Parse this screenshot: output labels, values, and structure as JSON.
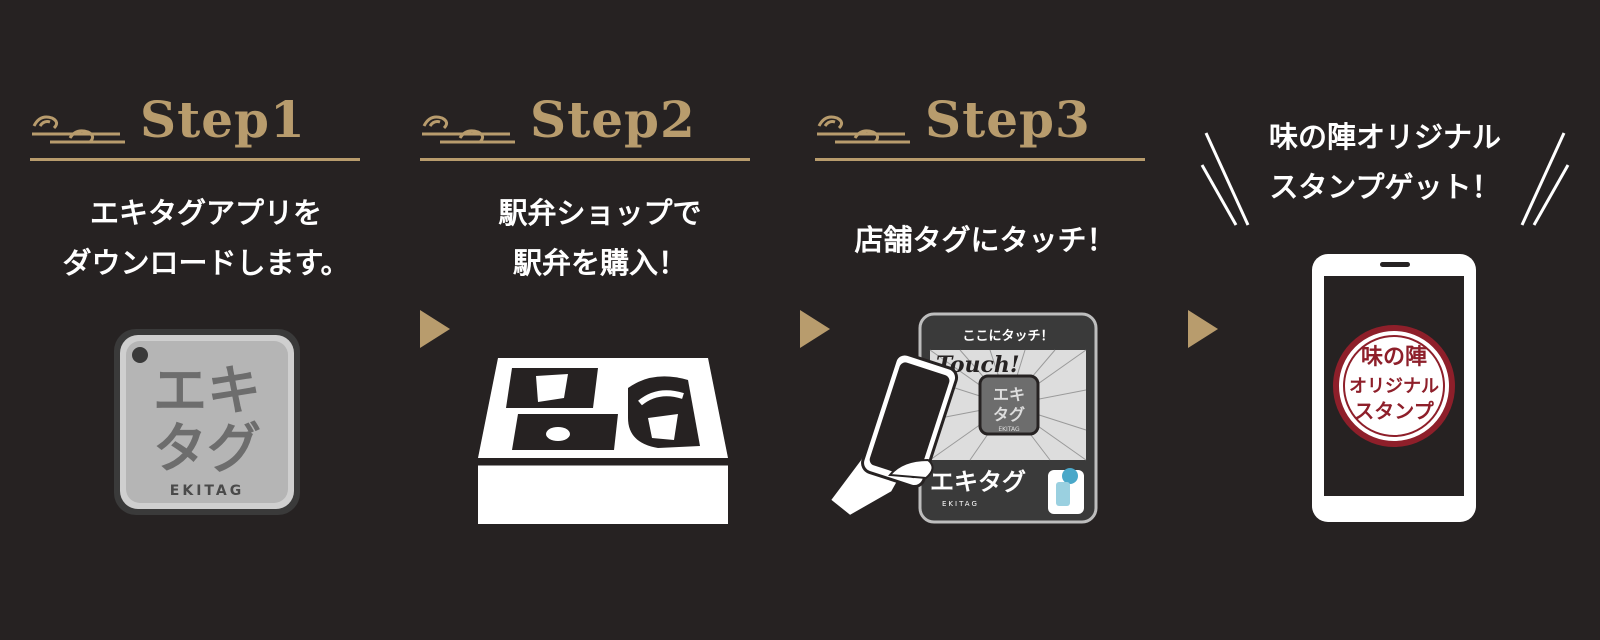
{
  "steps": [
    {
      "heading": "Step1",
      "line1": "エキタグアプリを",
      "line2": "ダウンロードします。"
    },
    {
      "heading": "Step2",
      "line1": "駅弁ショップで",
      "line2": "駅弁を購入！"
    },
    {
      "heading": "Step3",
      "line1": "店舗タグにタッチ！"
    }
  ],
  "final": {
    "line1": "味の陣オリジナル",
    "line2": "スタンプゲット！"
  },
  "ekitag_app": {
    "logo_line1": "エキ",
    "logo_line2": "タグ",
    "logo_sub": "EKITAG"
  },
  "touch_panel": {
    "top_text": "ここにタッチ！",
    "burst_text": "Touch!",
    "tag_line1": "エキ",
    "tag_line2": "タグ",
    "tag_sub": "EKITAG",
    "brand": "エキタグ",
    "brand_sub": "EKITAG"
  },
  "stamp": {
    "line1": "味の陣",
    "line2": "オリジナル",
    "line3": "スタンプ"
  },
  "colors": {
    "background": "#262222",
    "gold": "#b89c6d",
    "stamp_red": "#8e1f2a"
  }
}
